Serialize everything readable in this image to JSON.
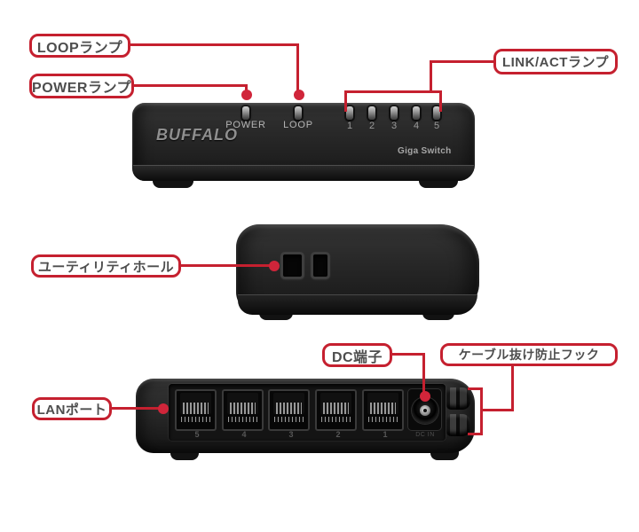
{
  "figure": {
    "kind": "annotated product diagram",
    "views": [
      "front",
      "side",
      "rear"
    ]
  },
  "colors": {
    "background": "#ffffff",
    "callout_red": "#c5202f",
    "callout_dot_red": "#d0253a",
    "callout_text": "#4d4d4d",
    "device_body_dark": "#242424",
    "device_text_light": "#b4b4b4"
  },
  "callouts": {
    "loop_lamp": "LOOPランプ",
    "power_lamp": "POWERランプ",
    "link_act_lamp": "LINK/ACTランプ",
    "utility_hole": "ユーティリティホール",
    "lan_port": "LANポート",
    "dc_terminal": "DC端子",
    "cable_hook": "ケーブル抜け防止フック"
  },
  "front_view": {
    "brand": "BUFFALO",
    "model_text": "Giga Switch",
    "power_led_label": "POWER",
    "loop_led_label": "LOOP",
    "port_led_numbers": [
      "1",
      "2",
      "3",
      "4",
      "5"
    ]
  },
  "rear_view": {
    "port_numbers": [
      "5",
      "4",
      "3",
      "2",
      "1"
    ],
    "dc_in_label": "DC IN"
  }
}
